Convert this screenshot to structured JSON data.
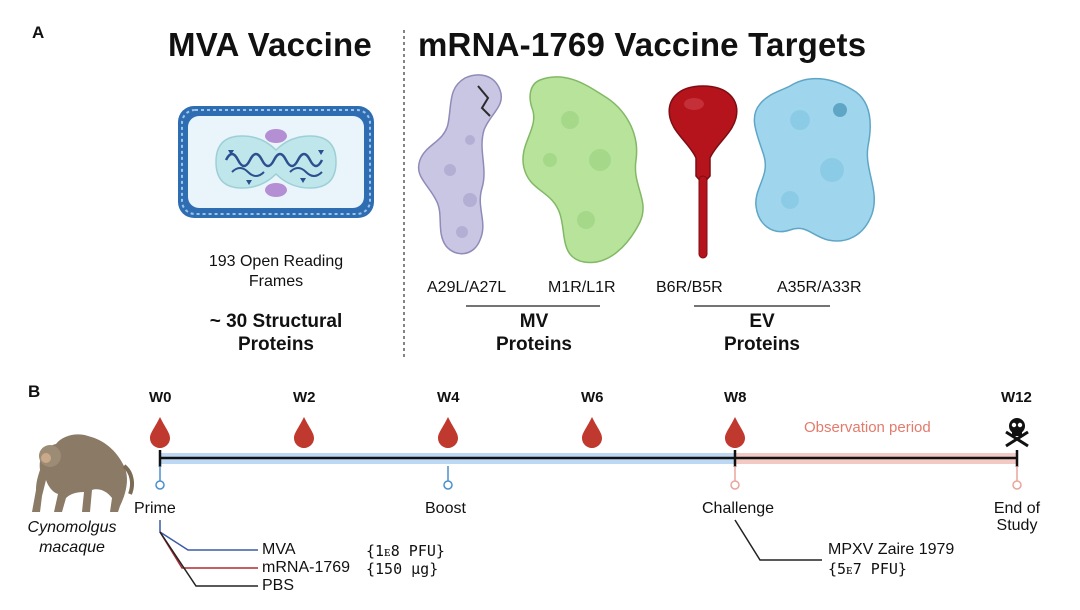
{
  "panel_a": {
    "letter": "A",
    "mva_title": "MVA Vaccine",
    "mrna_title": "mRNA-1769 Vaccine Targets",
    "orf_text_line1": "193 Open Reading",
    "orf_text_line2": "Frames",
    "structural_line1": "~ 30 Structural",
    "structural_line2": "Proteins",
    "proteins": [
      {
        "label": "A29L/A27L",
        "color": "#c9c6e4"
      },
      {
        "label": "M1R/L1R",
        "color": "#b7e49a"
      },
      {
        "label": "B6R/B5R",
        "color": "#b5141c"
      },
      {
        "label": "A35R/A33R",
        "color": "#9fd6ee"
      }
    ],
    "mv_group_line1": "MV",
    "mv_group_line2": "Proteins",
    "ev_group_line1": "EV",
    "ev_group_line2": "Proteins"
  },
  "panel_b": {
    "letter": "B",
    "weeks": [
      "W0",
      "W2",
      "W4",
      "W6",
      "W8",
      "W12"
    ],
    "events": {
      "prime": "Prime",
      "boost": "Boost",
      "challenge": "Challenge",
      "end_line1": "End of",
      "end_line2": "Study"
    },
    "observation_label": "Observation period",
    "species_line1": "Cynomolgus",
    "species_line2": "macaque",
    "treatments": [
      {
        "name": "MVA",
        "dose": "{1ᴇ8 PFU}",
        "color": "#3b5ba8"
      },
      {
        "name": "mRNA-1769",
        "dose": "{150 μg}",
        "color": "#b02a30"
      },
      {
        "name": "PBS",
        "dose": "",
        "color": "#222222"
      }
    ],
    "challenge_strain": "MPXV Zaire 1979",
    "challenge_dose": "{5ᴇ7 PFU}",
    "colors": {
      "vaccination_bar": "#bcd8f2",
      "observation_bar": "#f3c9c3",
      "blood_drop": "#c0392f",
      "observation_text": "#e27b6c"
    }
  }
}
